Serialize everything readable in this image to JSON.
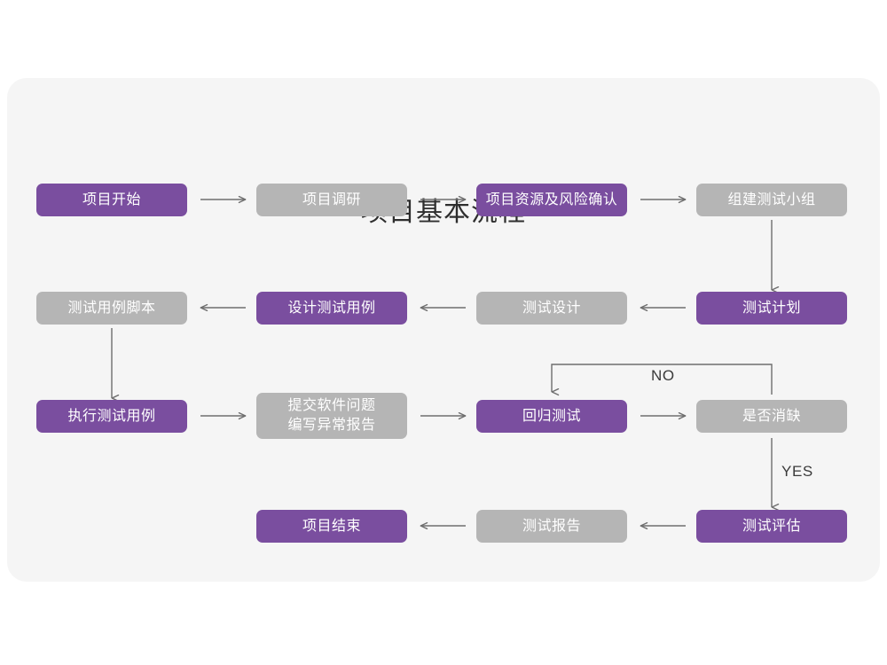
{
  "page": {
    "title": "项目基本流程",
    "background": "#ffffff",
    "card_background": "#f5f5f5"
  },
  "colors": {
    "purple": "#7a4e9f",
    "gray": "#b5b5b5",
    "node_text": "#ffffff",
    "title_text": "#2e2e2e",
    "connector": "#6e6e6e",
    "label_text": "#3a3a3a"
  },
  "chart_data": {
    "type": "diagram",
    "title": "项目基本流程",
    "nodes": [
      {
        "id": "n1",
        "label": "项目开始",
        "color": "purple",
        "row": 1,
        "col": 1
      },
      {
        "id": "n2",
        "label": "项目调研",
        "color": "gray",
        "row": 1,
        "col": 2
      },
      {
        "id": "n3",
        "label": "项目资源及风险确认",
        "color": "purple",
        "row": 1,
        "col": 3
      },
      {
        "id": "n4",
        "label": "组建测试小组",
        "color": "gray",
        "row": 1,
        "col": 4
      },
      {
        "id": "n5",
        "label": "测试计划",
        "color": "purple",
        "row": 2,
        "col": 4
      },
      {
        "id": "n6",
        "label": "测试设计",
        "color": "gray",
        "row": 2,
        "col": 3
      },
      {
        "id": "n7",
        "label": "设计测试用例",
        "color": "purple",
        "row": 2,
        "col": 2
      },
      {
        "id": "n8",
        "label": "测试用例脚本",
        "color": "gray",
        "row": 2,
        "col": 1
      },
      {
        "id": "n9",
        "label": "执行测试用例",
        "color": "purple",
        "row": 3,
        "col": 1
      },
      {
        "id": "n10",
        "label": "提交软件问题\n编写异常报告",
        "color": "gray",
        "row": 3,
        "col": 2
      },
      {
        "id": "n11",
        "label": "回归测试",
        "color": "purple",
        "row": 3,
        "col": 3
      },
      {
        "id": "n12",
        "label": "是否消缺",
        "color": "gray",
        "row": 3,
        "col": 4
      },
      {
        "id": "n13",
        "label": "测试评估",
        "color": "purple",
        "row": 4,
        "col": 4
      },
      {
        "id": "n14",
        "label": "测试报告",
        "color": "gray",
        "row": 4,
        "col": 3
      },
      {
        "id": "n15",
        "label": "项目结束",
        "color": "purple",
        "row": 4,
        "col": 2
      }
    ],
    "edges": [
      {
        "from": "n1",
        "to": "n2",
        "label": "",
        "direction": "right"
      },
      {
        "from": "n2",
        "to": "n3",
        "label": "",
        "direction": "right"
      },
      {
        "from": "n3",
        "to": "n4",
        "label": "",
        "direction": "right"
      },
      {
        "from": "n4",
        "to": "n5",
        "label": "",
        "direction": "down"
      },
      {
        "from": "n5",
        "to": "n6",
        "label": "",
        "direction": "left"
      },
      {
        "from": "n6",
        "to": "n7",
        "label": "",
        "direction": "left"
      },
      {
        "from": "n7",
        "to": "n8",
        "label": "",
        "direction": "left"
      },
      {
        "from": "n8",
        "to": "n9",
        "label": "",
        "direction": "down"
      },
      {
        "from": "n9",
        "to": "n10",
        "label": "",
        "direction": "right"
      },
      {
        "from": "n10",
        "to": "n11",
        "label": "",
        "direction": "right"
      },
      {
        "from": "n11",
        "to": "n12",
        "label": "",
        "direction": "right"
      },
      {
        "from": "n12",
        "to": "n11",
        "label": "NO",
        "direction": "loop-up-left-down"
      },
      {
        "from": "n12",
        "to": "n13",
        "label": "YES",
        "direction": "down"
      },
      {
        "from": "n13",
        "to": "n14",
        "label": "",
        "direction": "left"
      },
      {
        "from": "n14",
        "to": "n15",
        "label": "",
        "direction": "left"
      }
    ],
    "edge_labels": [
      "NO",
      "YES"
    ]
  },
  "labels": {
    "no": "NO",
    "yes": "YES"
  }
}
